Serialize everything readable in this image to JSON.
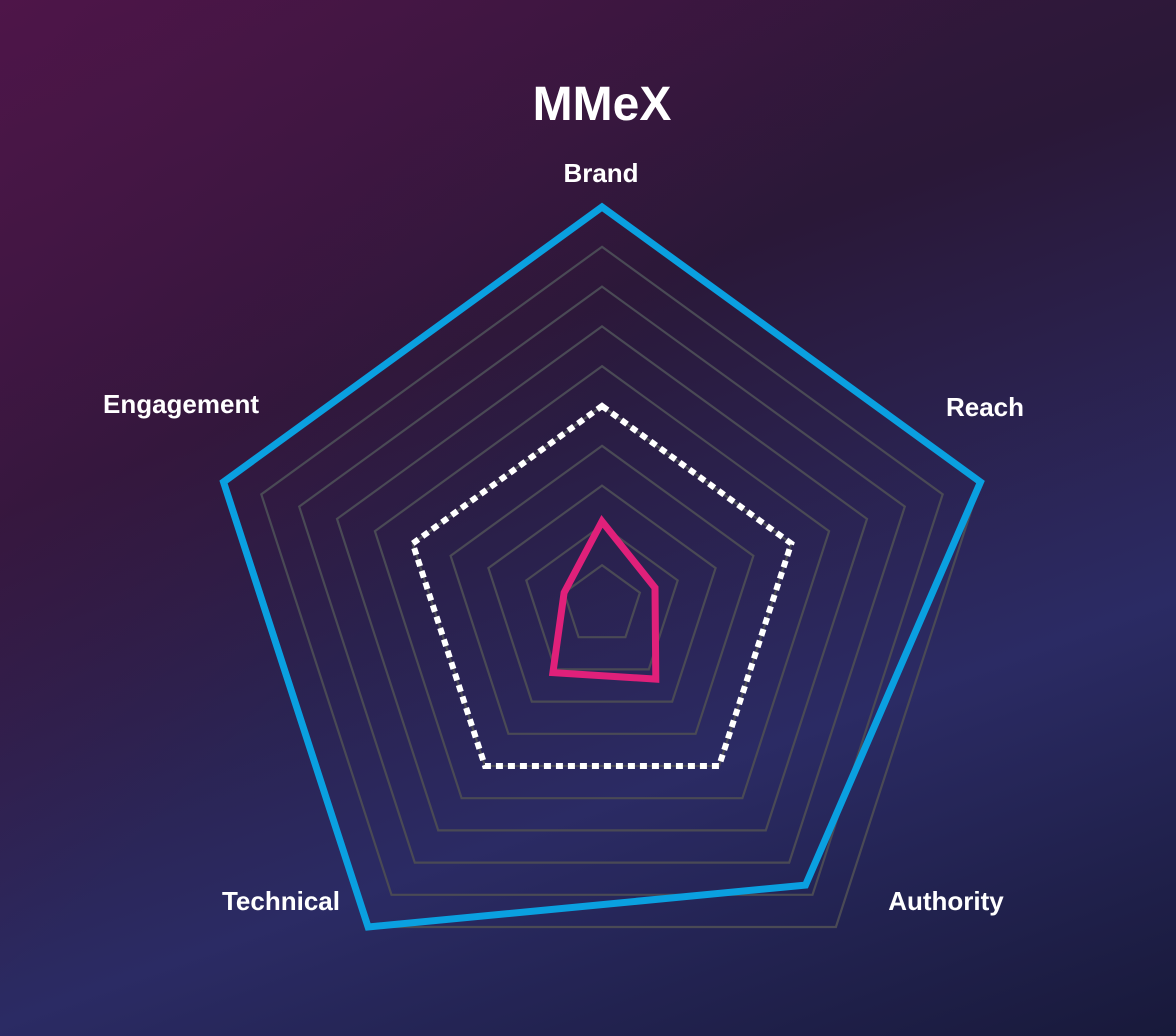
{
  "chart_data": {
    "type": "radar",
    "title": "MMeX",
    "axes": [
      "Brand",
      "Reach",
      "Authority",
      "Technical",
      "Engagement"
    ],
    "rlim": [
      0,
      10
    ],
    "rings": 10,
    "grid": true,
    "series": [
      {
        "values": [
          10.0,
          10.0,
          8.7,
          10.0,
          10.0
        ],
        "color": "#0aa0e0",
        "style": "solid"
      },
      {
        "values": [
          5.0,
          5.0,
          5.0,
          5.0,
          5.0
        ],
        "color": "#ffffff",
        "style": "dotted"
      },
      {
        "values": [
          2.1,
          1.4,
          2.3,
          2.1,
          1.0
        ],
        "color": "#e0207a",
        "style": "solid"
      }
    ]
  }
}
